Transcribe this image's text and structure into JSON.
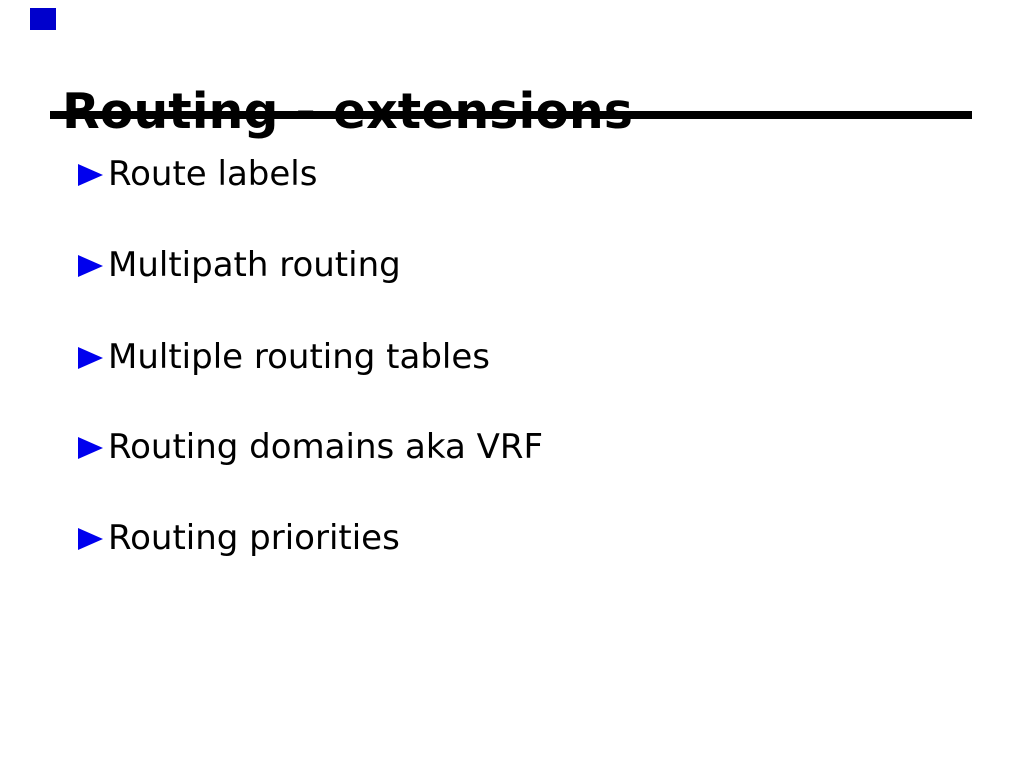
{
  "slide": {
    "title": "Routing - extensions",
    "bullets": [
      "Route labels",
      "Multipath routing",
      "Multiple routing tables",
      "Routing domains aka VRF",
      "Routing priorities"
    ],
    "colors": {
      "background": "#ffffff",
      "text": "#000000",
      "title_rule": "#000000",
      "bullet_triangle": "#0000ee",
      "corner_square": "#0000cc"
    }
  }
}
